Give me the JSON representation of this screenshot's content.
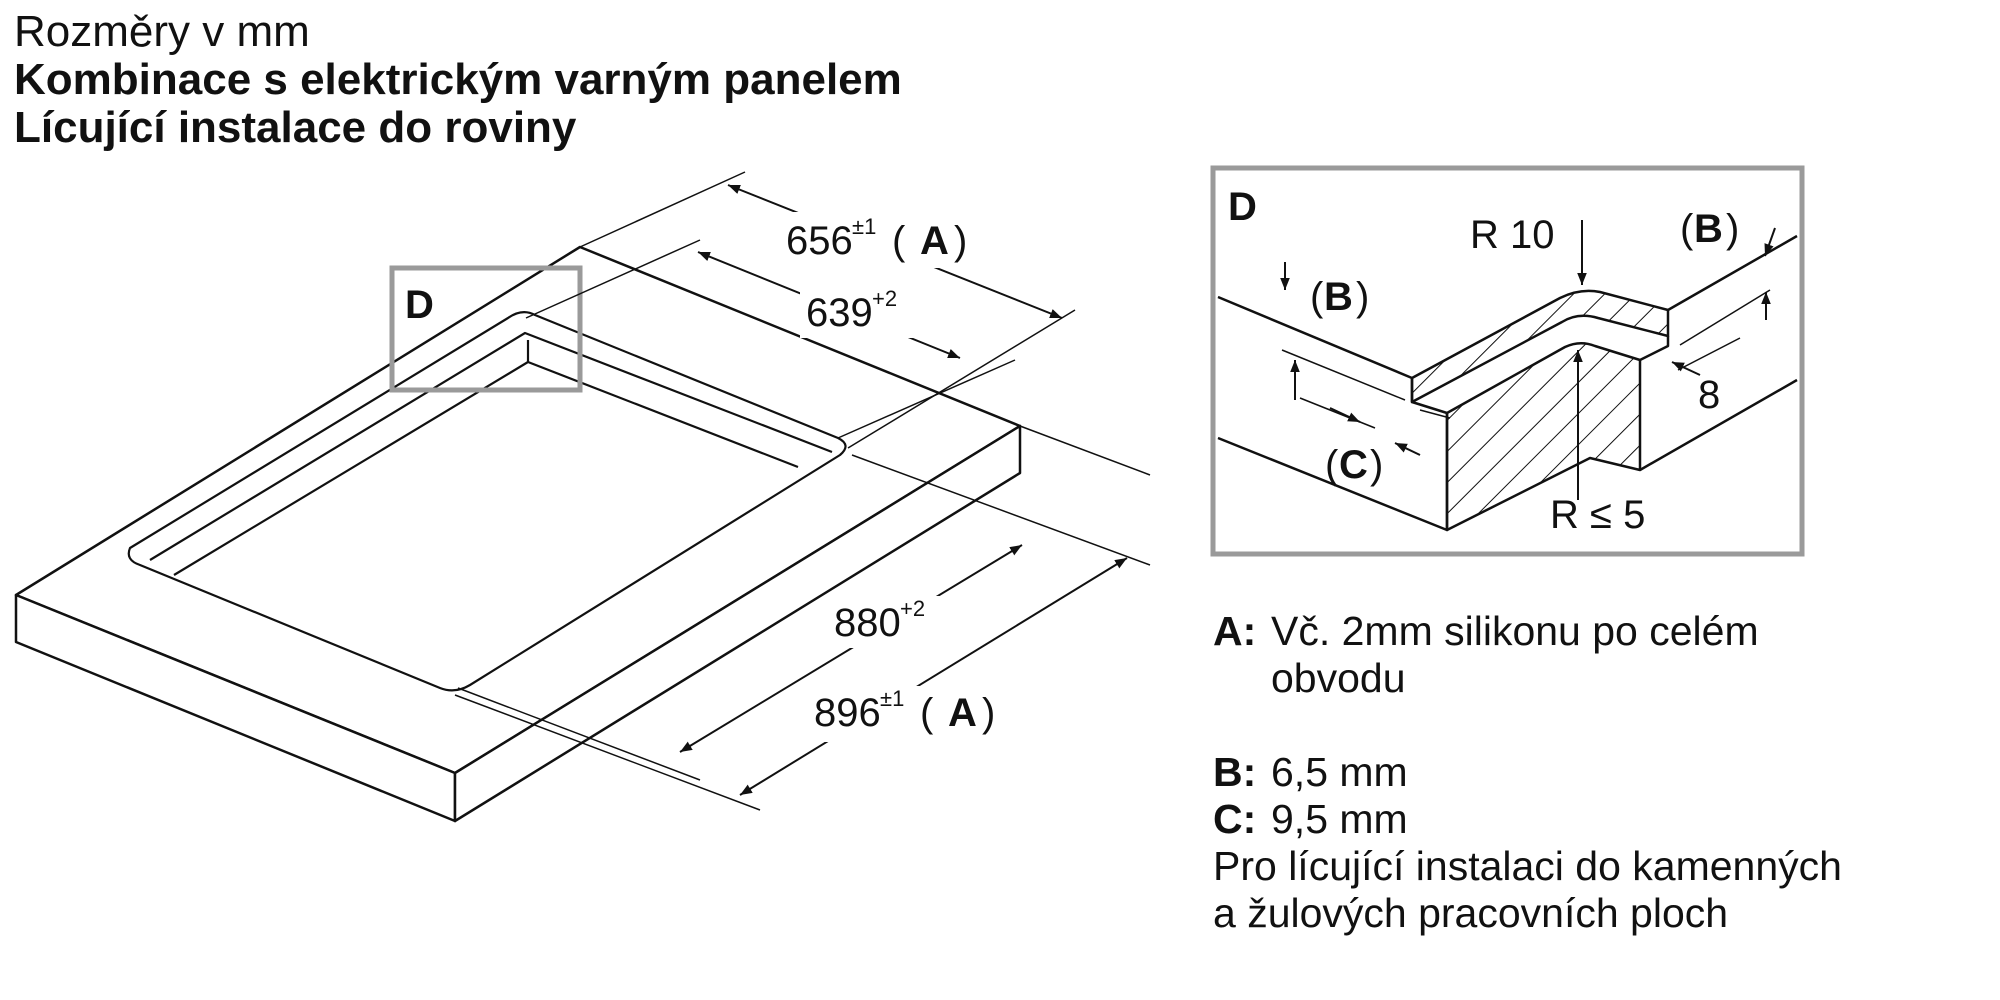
{
  "header": {
    "line1": "Rozměry v mm",
    "line2": "Kombinace s elektrickým varným panelem",
    "line3": "Lícující instalace do roviny"
  },
  "main_view": {
    "detail_label": "D",
    "dim_width_outer": {
      "value": "656",
      "tolerance": "±1",
      "open": "(",
      "ref": "A",
      "close": ")"
    },
    "dim_width_inner": {
      "value": "639",
      "tolerance": "+2"
    },
    "dim_depth_inner": {
      "value": "880",
      "tolerance": "+2"
    },
    "dim_depth_outer": {
      "value": "896",
      "tolerance": "±1",
      "open": "(",
      "ref": "A",
      "close": ")"
    }
  },
  "detail_view": {
    "label": "D",
    "radius_top": "R 10",
    "radius_bottom": "R ≤ 5",
    "step_value": "8",
    "b_left": {
      "open": "(",
      "ref": "B",
      "close": ")"
    },
    "b_right": {
      "open": "(",
      "ref": "B",
      "close": ")"
    },
    "c_label": {
      "open": "(",
      "ref": "C",
      "close": ")"
    }
  },
  "legend": {
    "a_key": "A:",
    "a_text_1": "Vč. 2mm silikonu po celém",
    "a_text_2": "obvodu",
    "b_key": "B:",
    "b_text": "6,5 mm",
    "c_key": "C:",
    "c_text": "9,5 mm",
    "note_1": "Pro lícující instalaci do kamenných",
    "note_2": "a žulových pracovních ploch"
  },
  "colors": {
    "line": "#111111",
    "frame": "#9a9a9a"
  }
}
